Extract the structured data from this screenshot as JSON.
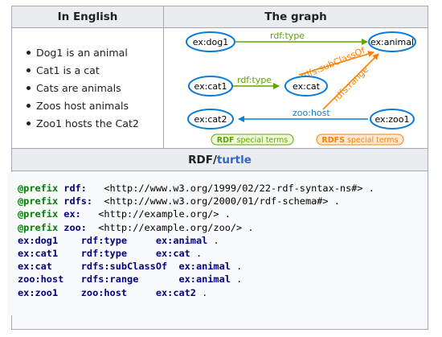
{
  "headers": {
    "left": "In English",
    "right": "The graph",
    "code_prefix": "RDF/",
    "code_link": "turtle"
  },
  "english": [
    "Dog1 is an animal",
    "Cat1 is a cat",
    "Cats are animals",
    "Zoos host animals",
    "Zoo1 hosts the Cat2"
  ],
  "graph": {
    "nodes": {
      "dog1": "ex:dog1",
      "animal": "ex:animal",
      "cat1": "ex:cat1",
      "cat": "ex:cat",
      "cat2": "ex:cat2",
      "zoo1": "ex:zoo1"
    },
    "edges": {
      "dog_type": "rdf:type",
      "cat1_type": "rdf:type",
      "subclass": "rdfs:subClassOf",
      "range": "rdfs:range",
      "host": "zoo:host"
    },
    "legend": {
      "rdf_bold": "RDF",
      "rdf_rest": " special terms",
      "rdfs_bold": "RDFS",
      "rdfs_rest": " special terms"
    },
    "colors": {
      "rdf": "#5ea500",
      "rdfs": "#ff7f00",
      "custom": "#0a7dd8",
      "node_border": "#0a7dd8"
    }
  },
  "code": [
    {
      "kw": "@prefix",
      "pf": " rdf:",
      "rest": "   <http://www.w3.org/1999/02/22-rdf-syntax-ns#> ."
    },
    {
      "kw": "@prefix",
      "pf": " rdfs:",
      "rest": "  <http://www.w3.org/2000/01/rdf-schema#> ."
    },
    {
      "kw": "@prefix",
      "pf": " ex:",
      "rest": "   <http://example.org/> ."
    },
    {
      "kw": "@prefix",
      "pf": " zoo:",
      "rest": "  <http://example.org/zoo/> ."
    },
    {
      "s": "ex:dog1",
      "sp1": "    ",
      "p": "rdf:type",
      "sp2": "     ",
      "o": "ex:animal",
      "end": " ."
    },
    {
      "s": "ex:cat1",
      "sp1": "    ",
      "p": "rdf:type",
      "sp2": "     ",
      "o": "ex:cat",
      "end": " ."
    },
    {
      "s": "ex:cat",
      "sp1": "     ",
      "p": "rdfs:subClassOf",
      "sp2": "  ",
      "o": "ex:animal",
      "end": " ."
    },
    {
      "s": "zoo:host",
      "sp1": "   ",
      "p": "rdfs:range",
      "sp2": "       ",
      "o": "ex:animal",
      "end": " ."
    },
    {
      "s": "ex:zoo1",
      "sp1": "    ",
      "p": "zoo:host",
      "sp2": "     ",
      "o": "ex:cat2",
      "end": " ."
    }
  ]
}
